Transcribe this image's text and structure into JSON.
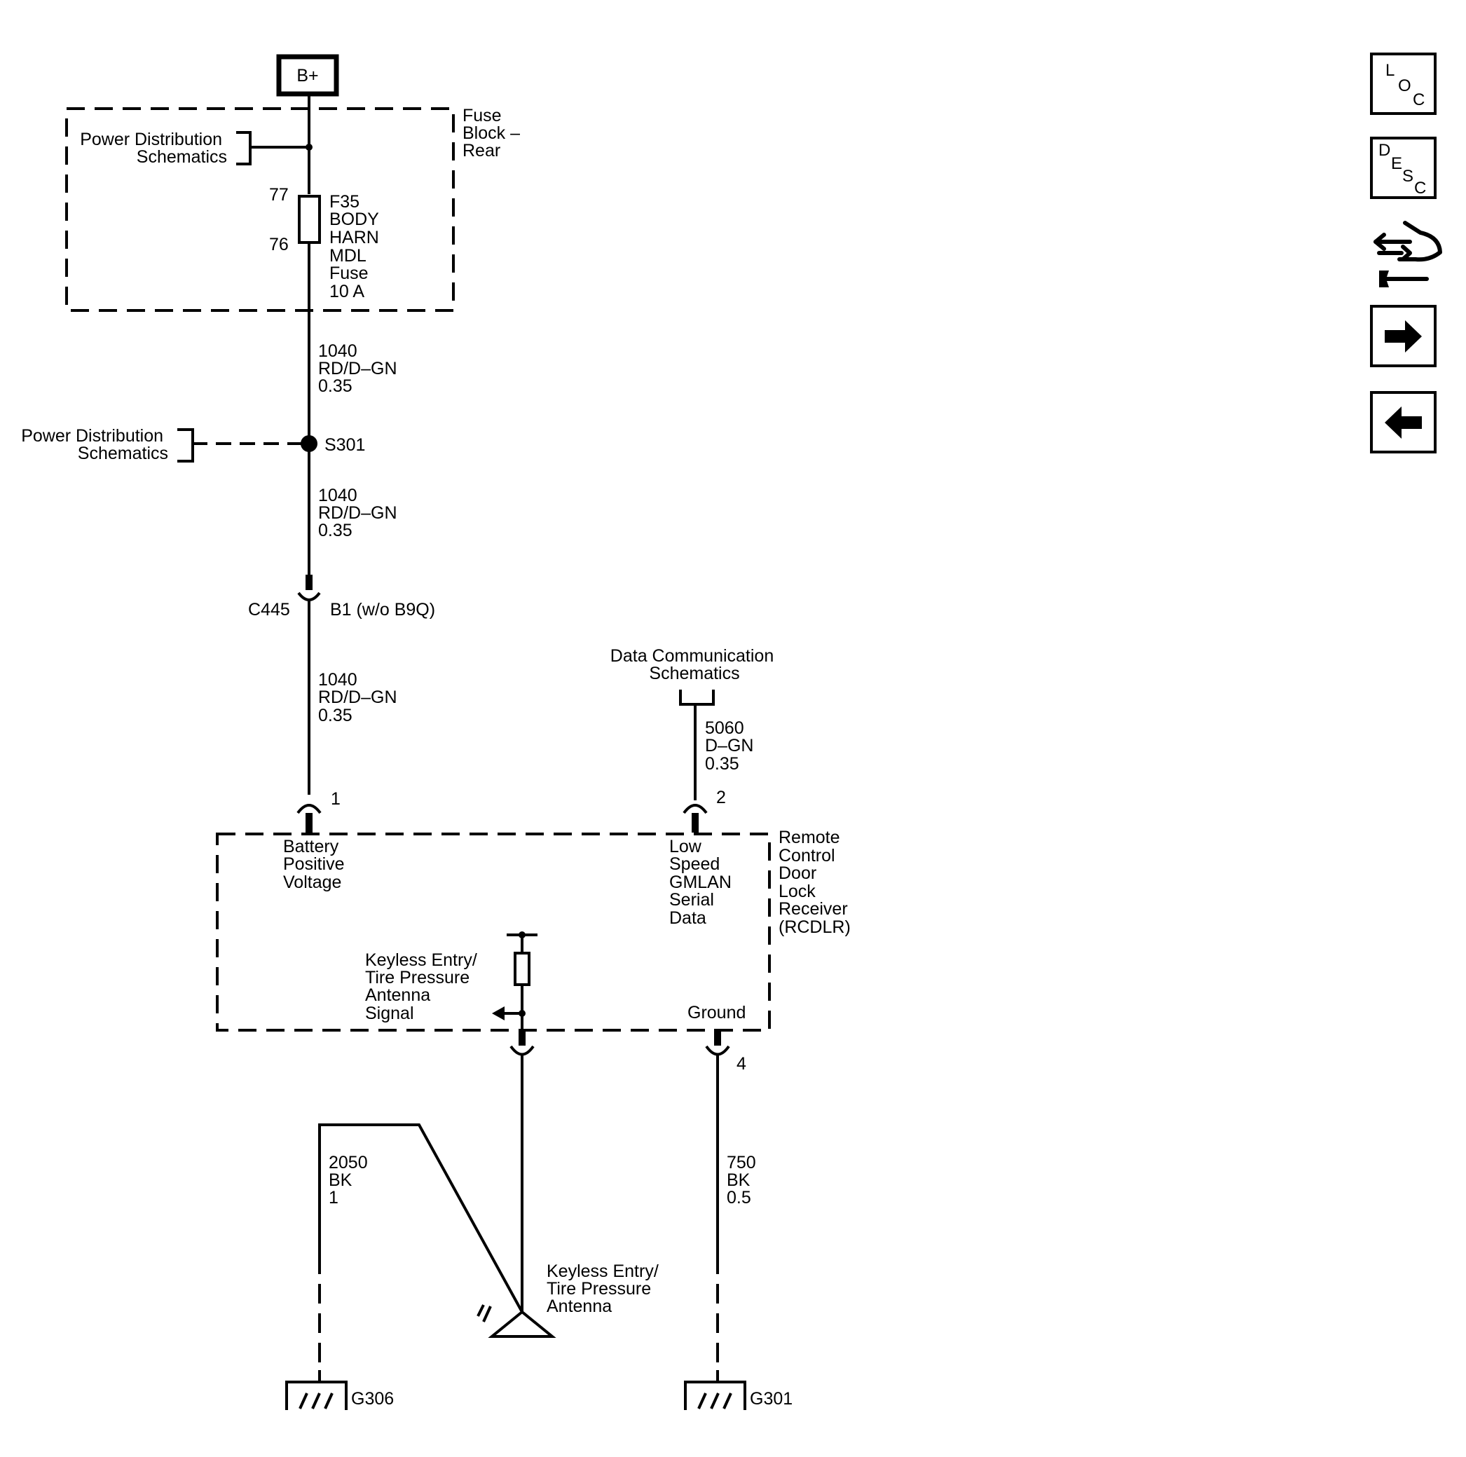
{
  "power_source": {
    "label": "B+"
  },
  "fuse_block": {
    "name_lines": [
      "Fuse",
      "Block –",
      "Rear"
    ],
    "pds_ref_lines": [
      "Power Distribution",
      "Schematics"
    ],
    "fuse_pin_top": "77",
    "fuse_pin_bottom": "76",
    "fuse_lines": [
      "F35",
      "BODY",
      "HARN",
      "MDL",
      "Fuse",
      "10 A"
    ]
  },
  "wires": {
    "w1": [
      "1040",
      "RD/D–GN",
      "0.35"
    ],
    "w2": [
      "1040",
      "RD/D–GN",
      "0.35"
    ],
    "w3": [
      "1040",
      "RD/D–GN",
      "0.35"
    ],
    "w4": [
      "5060",
      "D–GN",
      "0.35"
    ],
    "w5": [
      "2050",
      "BK",
      "1"
    ],
    "w6": [
      "750",
      "BK",
      "0.5"
    ]
  },
  "splice": {
    "name": "S301",
    "pds_ref_lines": [
      "Power Distribution",
      "Schematics"
    ]
  },
  "connector": {
    "name": "C445",
    "pin_label": "B1 (w/o B9Q)"
  },
  "data_comm_ref_lines": [
    "Data Communication",
    "Schematics"
  ],
  "module": {
    "name_lines": [
      "Remote",
      "Control",
      "Door",
      "Lock",
      "Receiver",
      "(RCDLR)"
    ],
    "pin1": "1",
    "pin2": "2",
    "pin4": "4",
    "pin1_lines": [
      "Battery",
      "Positive",
      "Voltage"
    ],
    "pin2_lines": [
      "Low",
      "Speed",
      "GMLAN",
      "Serial",
      "Data"
    ],
    "antenna_signal_lines": [
      "Keyless Entry/",
      "Tire Pressure",
      "Antenna",
      "Signal"
    ],
    "ground_label": "Ground"
  },
  "antenna_lines": [
    "Keyless Entry/",
    "Tire Pressure",
    "Antenna"
  ],
  "grounds": {
    "left": "G306",
    "right": "G301"
  },
  "nav_buttons": {
    "loc": [
      "L",
      "O",
      "C"
    ],
    "desc": [
      "D",
      "E",
      "S",
      "C"
    ]
  }
}
